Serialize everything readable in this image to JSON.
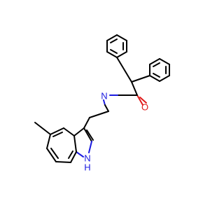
{
  "molecule": {
    "atoms": [
      {
        "id": "O",
        "symbol": "O",
        "color": "#e01a1a"
      },
      {
        "id": "N_amide",
        "symbol": "N",
        "color": "#1a1ae0"
      },
      {
        "id": "N_indole",
        "symbol": "N",
        "color": "#1a1ae0"
      },
      {
        "id": "H_indole",
        "symbol": "H",
        "color": "#1a1ae0"
      }
    ],
    "bond_color": "#000000"
  }
}
